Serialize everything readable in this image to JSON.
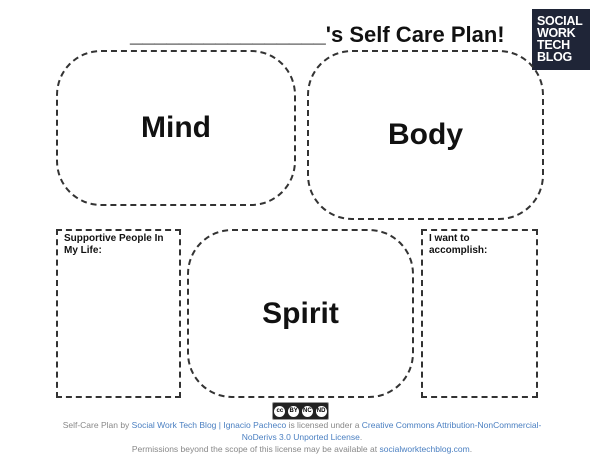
{
  "title": "________________'s Self Care Plan!",
  "logo": [
    "SOCIAL",
    "WORK",
    "TECH",
    "BLOG"
  ],
  "sections": {
    "mind": "Mind",
    "body": "Body",
    "spirit": "Spirit",
    "supportive": "Supportive People In My Life:",
    "accomplish": "I want to accomplish:"
  },
  "cc_badge": {
    "cc": "cc",
    "by": "BY",
    "nc": "NC",
    "nd": "ND"
  },
  "footer": {
    "t1": "Self-Care Plan by ",
    "l1": "Social Work Tech Blog | Ignacio Pacheco",
    "t2": " is licensed under a ",
    "l2": "Creative Commons Attribution-NonCommercial-NoDerivs 3.0 Unported License",
    "t3": ".",
    "t4": "Permissions beyond the scope of this license may be available at ",
    "l3": "socialworktechblog.com",
    "t5": "."
  }
}
